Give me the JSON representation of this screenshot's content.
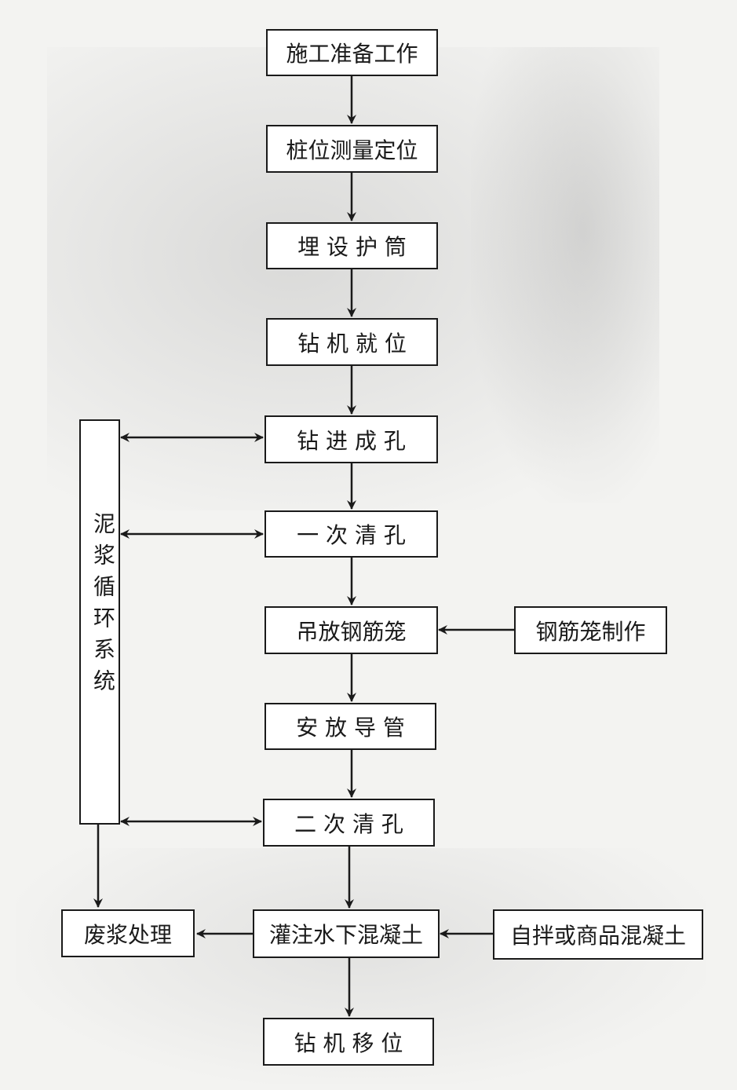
{
  "flow": {
    "step1": "施工准备工作",
    "step2": "桩位测量定位",
    "step3": "埋 设 护 筒",
    "step4": "钻 机 就 位",
    "step5": "钻 进 成 孔",
    "step6": "一 次 清 孔",
    "step7": "吊放钢筋笼",
    "step8": "安 放 导 管",
    "step9": "二 次 清 孔",
    "step10": "灌注水下混凝土",
    "step11": "钻 机 移 位"
  },
  "side": {
    "mud_system": "泥浆循环系统",
    "waste_slurry": "废浆处理",
    "cage_making": "钢筋笼制作",
    "concrete_source": "自拌或商品混凝土"
  },
  "colors": {
    "line": "#1a1a1a",
    "box_fill": "#ffffff",
    "paper": "#f3f3f1"
  }
}
